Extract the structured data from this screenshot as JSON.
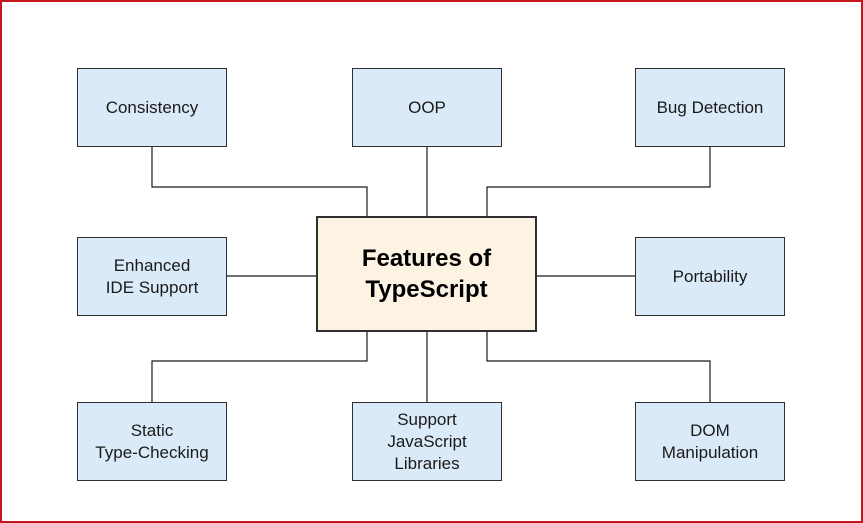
{
  "diagram": {
    "center_node": {
      "id": "features-of-typescript",
      "label": "Features of\nTypeScript"
    },
    "nodes": [
      {
        "id": "consistency",
        "label": "Consistency"
      },
      {
        "id": "oop",
        "label": "OOP"
      },
      {
        "id": "bug-detection",
        "label": "Bug Detection"
      },
      {
        "id": "enhanced-ide-support",
        "label": "Enhanced\nIDE Support"
      },
      {
        "id": "portability",
        "label": "Portability"
      },
      {
        "id": "static-type-checking",
        "label": "Static\nType-Checking"
      },
      {
        "id": "support-javascript-libraries",
        "label": "Support\nJavaScript\nLibraries"
      },
      {
        "id": "dom-manipulation",
        "label": "DOM\nManipulation"
      }
    ]
  },
  "colors": {
    "background": "#ffffff",
    "frame_border": "#c4161c",
    "node_fill": "#dbeaf8",
    "node_border": "#2f2f2f",
    "center_fill": "#fdf3e3",
    "connector": "#1a1a1a",
    "text": "#1a1a1a"
  }
}
